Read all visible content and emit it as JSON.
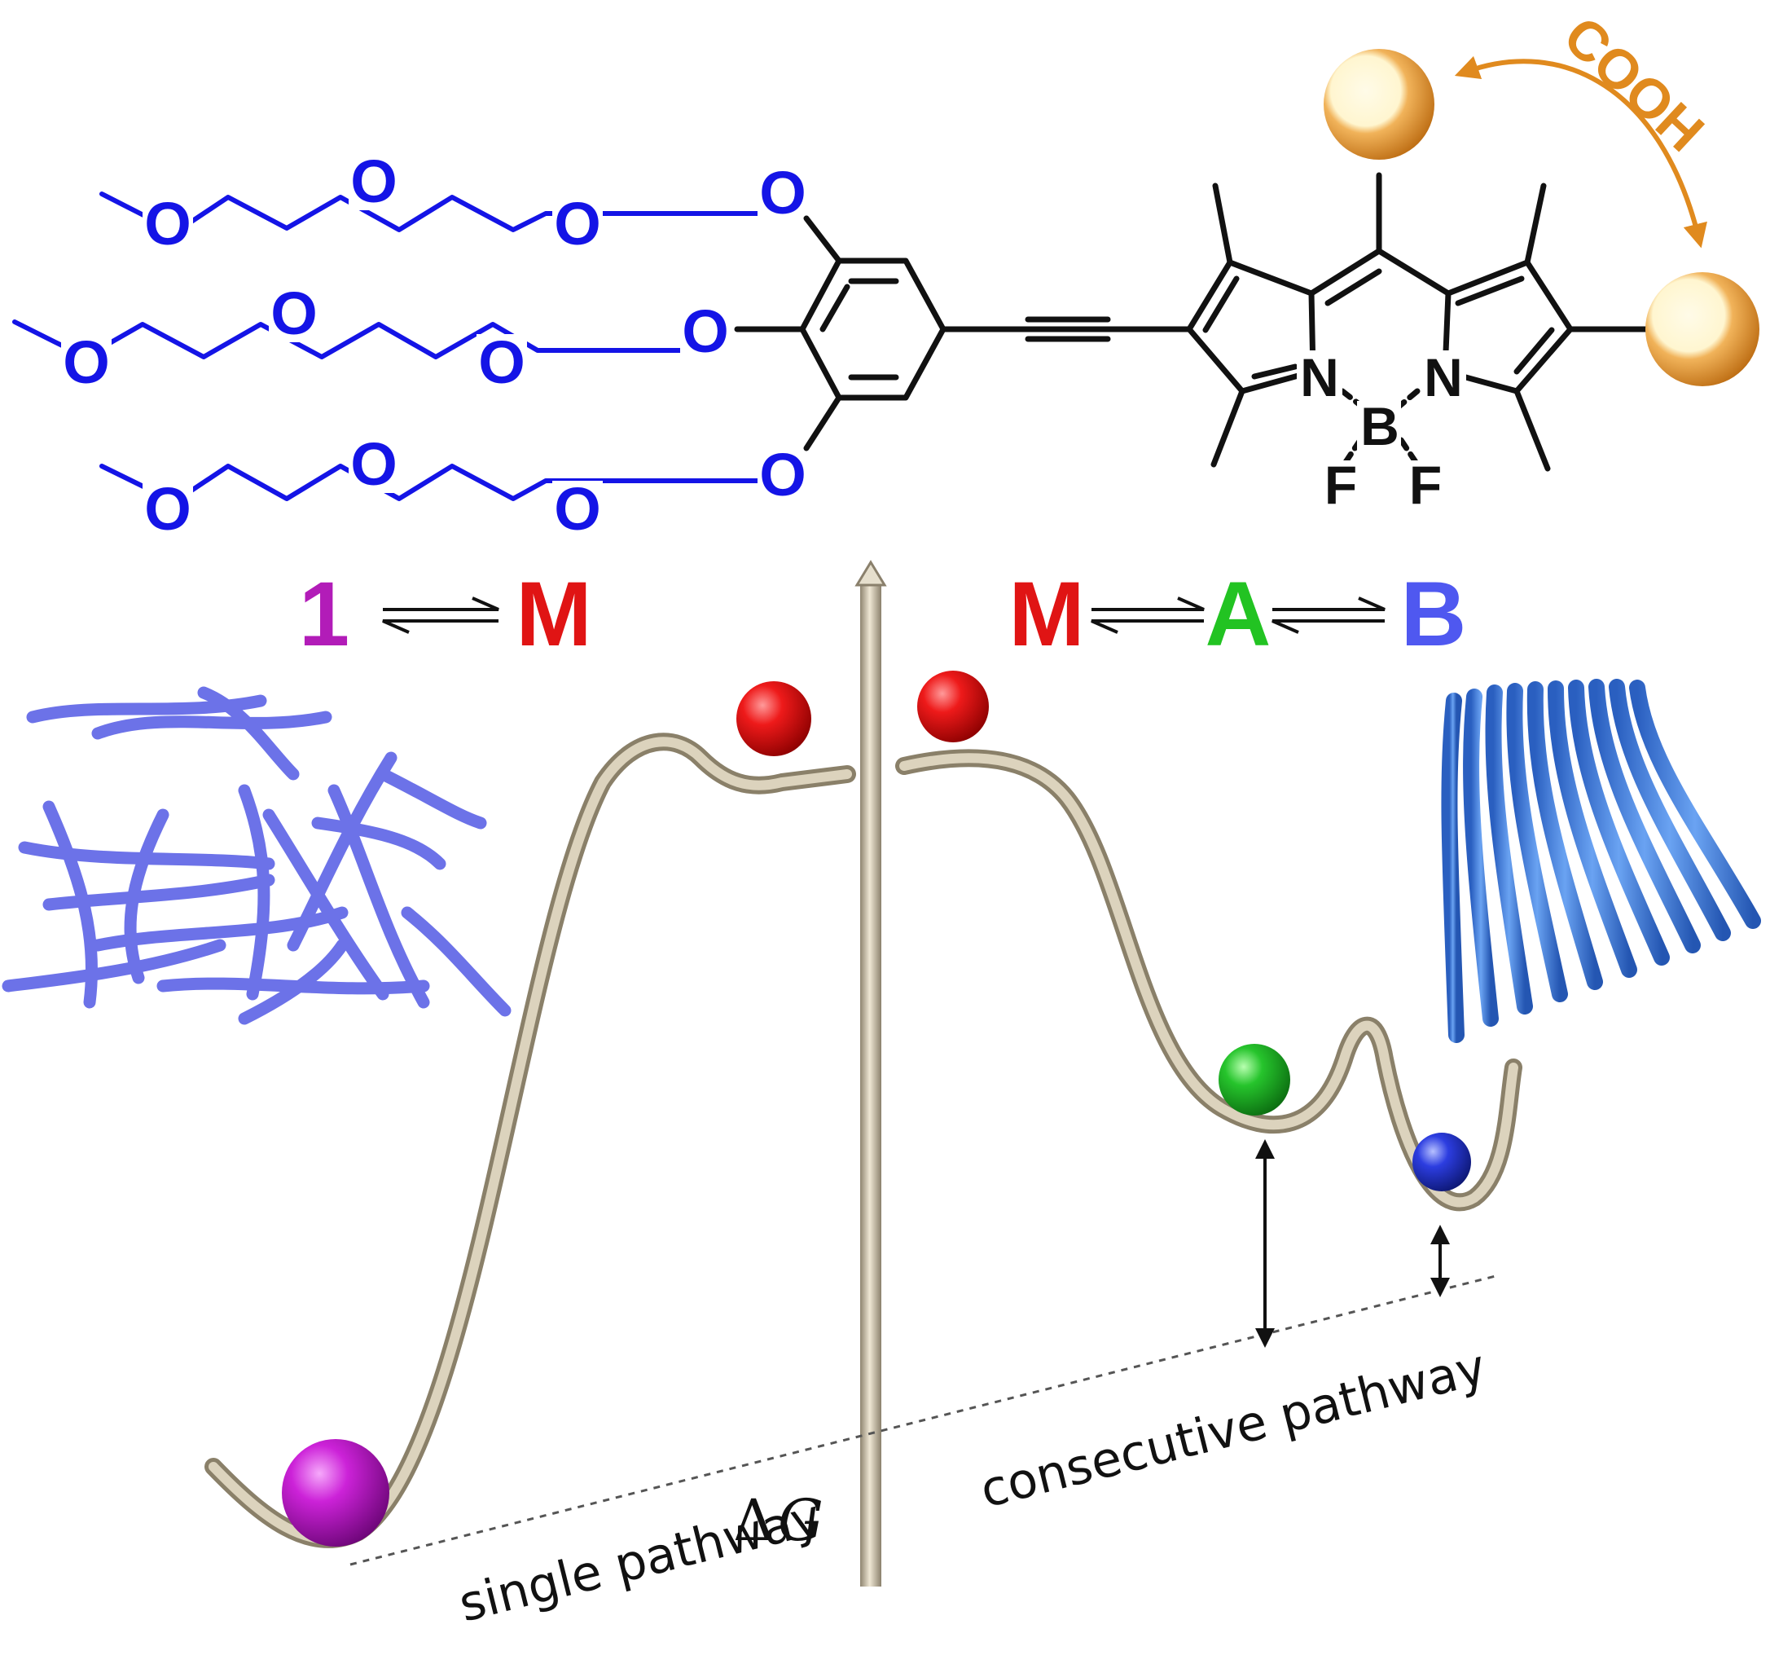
{
  "colors": {
    "peg": "#1414e6",
    "bond": "#111111",
    "cooh": "#e08a1e",
    "monomer": "#e01414",
    "label_1": "#b21cb8",
    "label_A": "#22c322",
    "label_B": "#4f58f0",
    "fiber": "#6c72e8",
    "bundle": "#3e79dc",
    "track": "#c8bea6",
    "ball_purple": "#c21fd0",
    "ball_green": "#22c02a",
    "ball_blue": "#2536d8"
  },
  "molecule": {
    "peg_oxygen": "O",
    "nitrogen": "N",
    "boron": "B",
    "fluorine": "F",
    "cooh_label": "COOH"
  },
  "equilibria": {
    "left": {
      "species1": "1",
      "species2": "M"
    },
    "right": {
      "species1": "M",
      "species2": "A",
      "species3": "B"
    }
  },
  "energy": {
    "axis_label_delta": "Δ",
    "axis_label_g": "G",
    "single_label": "single pathway",
    "consecutive_label": "consecutive pathway"
  },
  "icons": [
    "fiber-network-icon",
    "fiber-bundle-icon",
    "energy-axis-arrow-icon"
  ]
}
